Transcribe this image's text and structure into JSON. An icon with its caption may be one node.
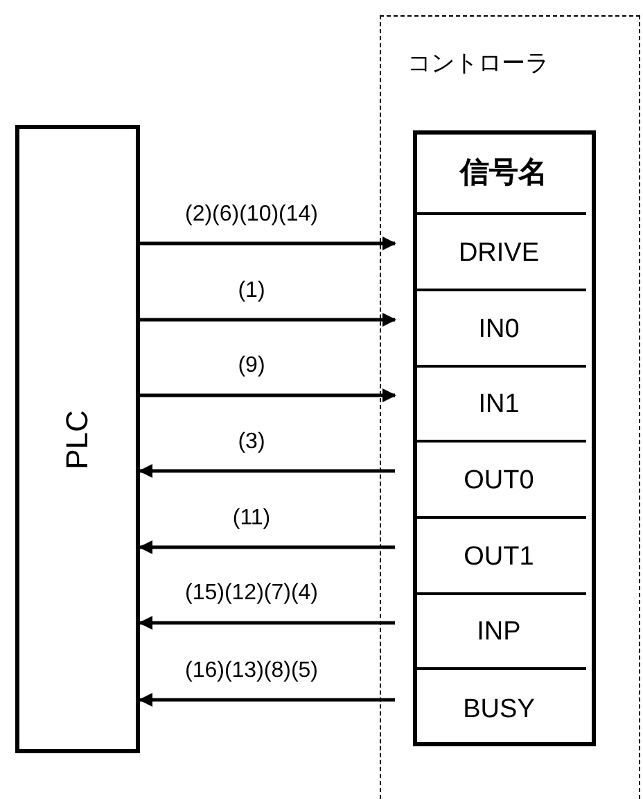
{
  "diagram": {
    "nodes": [
      {
        "text": [
          "コントローラ"
        ]
      },
      {
        "text": [
          "PLC"
        ]
      },
      {
        "text": [
          "信号名"
        ],
        "in": 0
      },
      {
        "text": [
          "DRIVE"
        ],
        "in": 2
      },
      {
        "text": [
          "IN0"
        ],
        "in": 2
      },
      {
        "text": [
          "IN1"
        ],
        "in": 2
      },
      {
        "text": [
          "OUT0"
        ],
        "in": 2
      },
      {
        "text": [
          "OUT1"
        ],
        "in": 2
      },
      {
        "text": [
          "INP"
        ],
        "in": 2
      },
      {
        "text": [
          "BUSY"
        ],
        "in": 2
      }
    ],
    "edges": [
      {
        "from": 1,
        "to": 3,
        "arrow": "to",
        "label": "(2)(6)(10)(14)"
      },
      {
        "from": 1,
        "to": 4,
        "arrow": "to",
        "label": "(1)"
      },
      {
        "from": 1,
        "to": 5,
        "arrow": "to",
        "label": "(9)"
      },
      {
        "from": 6,
        "to": 1,
        "arrow": "to",
        "label": "(3)"
      },
      {
        "from": 7,
        "to": 1,
        "arrow": "to",
        "label": "(11)"
      },
      {
        "from": 8,
        "to": 1,
        "arrow": "to",
        "label": "(15)(12)(7)(4)"
      },
      {
        "from": 9,
        "to": 1,
        "arrow": "to",
        "label": "(16)(13)(8)(5)"
      }
    ]
  }
}
